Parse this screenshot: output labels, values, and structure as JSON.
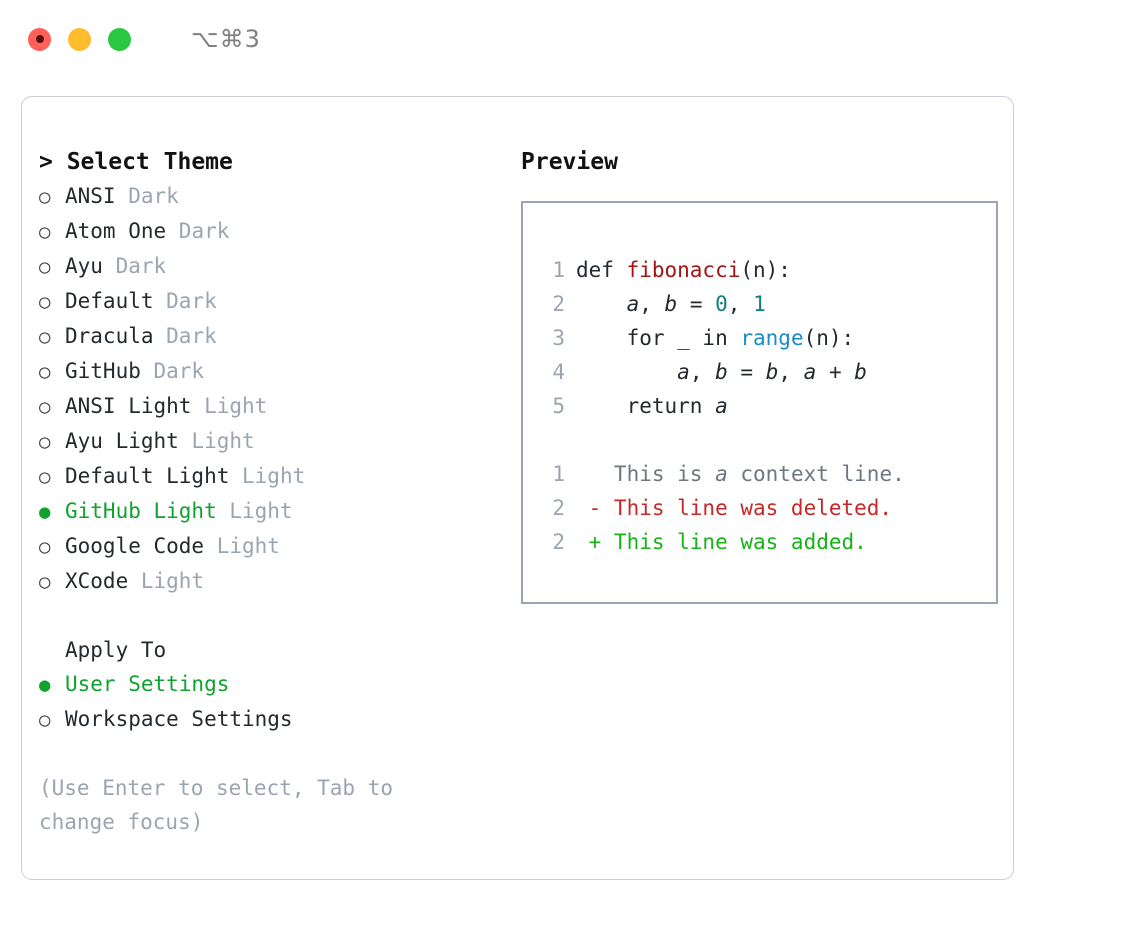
{
  "titlebar": {
    "shortcut": "⌥⌘3",
    "lights": [
      {
        "name": "close",
        "color": "#ff6159"
      },
      {
        "name": "minimize",
        "color": "#ffbd2e"
      },
      {
        "name": "maximize",
        "color": "#28c840"
      }
    ]
  },
  "theme_picker": {
    "heading": "> Select Theme",
    "bullet_unselected": "○",
    "bullet_selected": "●",
    "themes": [
      {
        "name": "ANSI",
        "kind": "Dark",
        "selected": false
      },
      {
        "name": "Atom One",
        "kind": "Dark",
        "selected": false
      },
      {
        "name": "Ayu",
        "kind": "Dark",
        "selected": false
      },
      {
        "name": "Default",
        "kind": "Dark",
        "selected": false
      },
      {
        "name": "Dracula",
        "kind": "Dark",
        "selected": false
      },
      {
        "name": "GitHub",
        "kind": "Dark",
        "selected": false
      },
      {
        "name": "ANSI Light",
        "kind": "Light",
        "selected": false
      },
      {
        "name": "Ayu Light",
        "kind": "Light",
        "selected": false
      },
      {
        "name": "Default Light",
        "kind": "Light",
        "selected": false
      },
      {
        "name": "GitHub Light",
        "kind": "Light",
        "selected": true
      },
      {
        "name": "Google Code",
        "kind": "Light",
        "selected": false
      },
      {
        "name": "XCode",
        "kind": "Light",
        "selected": false
      }
    ]
  },
  "apply_to": {
    "heading": "Apply To",
    "options": [
      {
        "name": "User Settings",
        "selected": true
      },
      {
        "name": "Workspace Settings",
        "selected": false
      }
    ]
  },
  "hint": "(Use Enter to select, Tab to change focus)",
  "preview": {
    "heading": "Preview",
    "code_lines": [
      {
        "num": "1",
        "tokens": [
          {
            "text": "def ",
            "style": "plain"
          },
          {
            "text": "fibonacci",
            "style": "func"
          },
          {
            "text": "(n):",
            "style": "plain"
          }
        ]
      },
      {
        "num": "2",
        "tokens": [
          {
            "text": "    ",
            "style": "plain"
          },
          {
            "text": "a",
            "style": "var"
          },
          {
            "text": ", ",
            "style": "plain"
          },
          {
            "text": "b",
            "style": "var"
          },
          {
            "text": " = ",
            "style": "plain"
          },
          {
            "text": "0",
            "style": "number"
          },
          {
            "text": ", ",
            "style": "plain"
          },
          {
            "text": "1",
            "style": "number"
          }
        ]
      },
      {
        "num": "3",
        "tokens": [
          {
            "text": "    for _ in ",
            "style": "plain"
          },
          {
            "text": "range",
            "style": "builtin"
          },
          {
            "text": "(n):",
            "style": "plain"
          }
        ]
      },
      {
        "num": "4",
        "tokens": [
          {
            "text": "        ",
            "style": "plain"
          },
          {
            "text": "a",
            "style": "var"
          },
          {
            "text": ", ",
            "style": "plain"
          },
          {
            "text": "b",
            "style": "var"
          },
          {
            "text": " = ",
            "style": "plain"
          },
          {
            "text": "b",
            "style": "var"
          },
          {
            "text": ", ",
            "style": "plain"
          },
          {
            "text": "a",
            "style": "var"
          },
          {
            "text": " + ",
            "style": "plain"
          },
          {
            "text": "b",
            "style": "var"
          }
        ]
      },
      {
        "num": "5",
        "tokens": [
          {
            "text": "    return ",
            "style": "plain"
          },
          {
            "text": "a",
            "style": "var"
          }
        ]
      }
    ],
    "diff_lines": [
      {
        "num": "1",
        "tokens": [
          {
            "text": "   This is ",
            "style": "context"
          },
          {
            "text": "a",
            "style": "context-var"
          },
          {
            "text": " context line.",
            "style": "context"
          }
        ]
      },
      {
        "num": "2",
        "tokens": [
          {
            "text": " - This line was deleted.",
            "style": "del"
          }
        ]
      },
      {
        "num": "2",
        "tokens": [
          {
            "text": " + This line was added.",
            "style": "add"
          }
        ]
      }
    ]
  },
  "colors": {
    "selected_green": "#10a22e",
    "muted": "#9aa5b1",
    "func_red": "#a31515",
    "builtin_blue": "#1a8cc8",
    "number_teal": "#0f7f7f",
    "diff_del": "#c62828",
    "diff_add": "#17b317"
  }
}
